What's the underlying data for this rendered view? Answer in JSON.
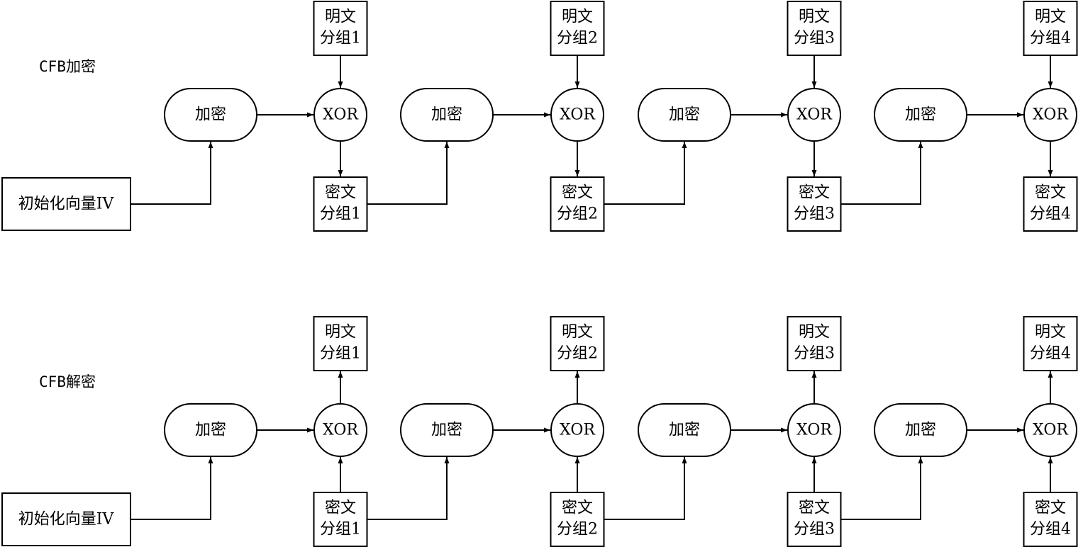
{
  "encryption": {
    "title": "CFB加密",
    "iv_label": "初始化向量IV",
    "encrypt_label": "加密",
    "xor_label": "XOR",
    "plaintext": [
      [
        "明文",
        "分组1"
      ],
      [
        "明文",
        "分组2"
      ],
      [
        "明文",
        "分组3"
      ],
      [
        "明文",
        "分组4"
      ]
    ],
    "ciphertext": [
      [
        "密文",
        "分组1"
      ],
      [
        "密文",
        "分组2"
      ],
      [
        "密文",
        "分组3"
      ],
      [
        "密文",
        "分组4"
      ]
    ]
  },
  "decryption": {
    "title": "CFB解密",
    "iv_label": "初始化向量IV",
    "encrypt_label": "加密",
    "xor_label": "XOR",
    "plaintext": [
      [
        "明文",
        "分组1"
      ],
      [
        "明文",
        "分组2"
      ],
      [
        "明文",
        "分组3"
      ],
      [
        "明文",
        "分组4"
      ]
    ],
    "ciphertext": [
      [
        "密文",
        "分组1"
      ],
      [
        "密文",
        "分组2"
      ],
      [
        "密文",
        "分组3"
      ],
      [
        "密文",
        "分组4"
      ]
    ]
  }
}
